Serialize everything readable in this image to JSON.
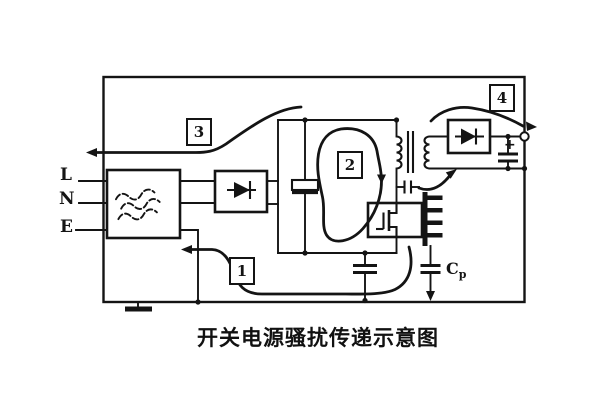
{
  "colors": {
    "ink": "#141414",
    "background": "#ffffff"
  },
  "diagram": {
    "caption": "开关电源骚扰传递示意图",
    "terminals": [
      {
        "id": "line",
        "label": "L"
      },
      {
        "id": "neutral",
        "label": "N"
      },
      {
        "id": "earth",
        "label": "E"
      }
    ],
    "path_markers": [
      {
        "id": "path-1",
        "label": "1"
      },
      {
        "id": "path-2",
        "label": "2"
      },
      {
        "id": "path-3",
        "label": "3"
      },
      {
        "id": "path-4",
        "label": "4"
      }
    ],
    "labels": {
      "parasitic_cap_main": "C",
      "parasitic_cap_sub": "p",
      "output_plus": "+"
    },
    "icons": [
      "emi-filter-icon",
      "bridge-rectifier-diode-icon",
      "bulk-capacitor-icon",
      "transformer-icon",
      "mosfet-icon",
      "heatsink-icon",
      "y-capacitor-icon",
      "parasitic-capacitor-icon",
      "output-diode-icon",
      "output-capacitor-icon",
      "ground-icon",
      "disturbance-path-arrow-icons"
    ]
  }
}
